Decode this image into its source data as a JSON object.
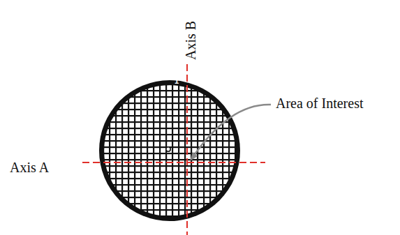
{
  "diagram": {
    "labels": [
      "Axis B",
      "1",
      "Area of Interest",
      "Axis A"
    ]
  }
}
